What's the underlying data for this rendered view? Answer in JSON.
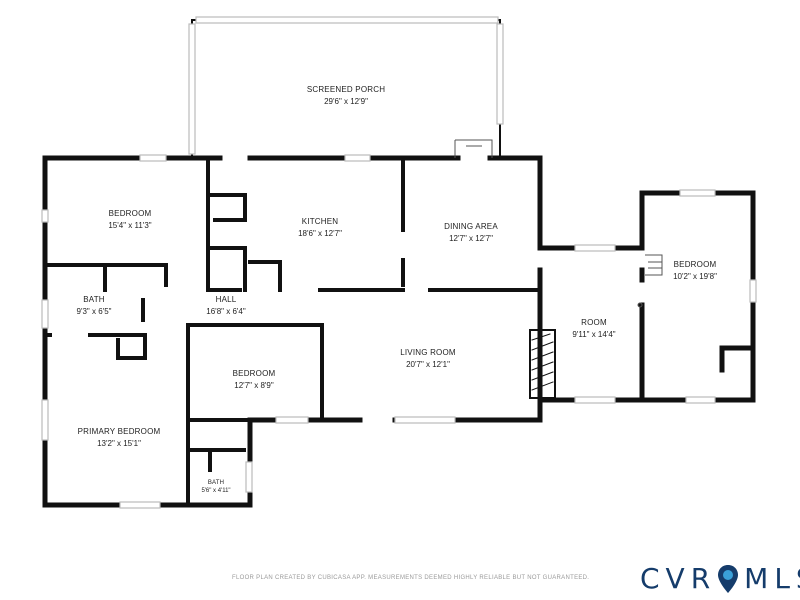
{
  "rooms": {
    "screened_porch": {
      "name": "SCREENED PORCH",
      "dim": "29'6\" x 12'9\""
    },
    "bedroom_1": {
      "name": "BEDROOM",
      "dim": "15'4\" x 11'3\""
    },
    "kitchen": {
      "name": "KITCHEN",
      "dim": "18'6\" x 12'7\""
    },
    "dining_area": {
      "name": "DINING AREA",
      "dim": "12'7\" x 12'7\""
    },
    "bedroom_east": {
      "name": "BEDROOM",
      "dim": "10'2\" x 19'8\""
    },
    "bath_1": {
      "name": "BATH",
      "dim": "9'3\" x 6'5\""
    },
    "hall": {
      "name": "HALL",
      "dim": "16'8\" x 6'4\""
    },
    "room": {
      "name": "ROOM",
      "dim": "9'11\" x 14'4\""
    },
    "living_room": {
      "name": "LIVING ROOM",
      "dim": "20'7\" x 12'1\""
    },
    "bedroom_2": {
      "name": "BEDROOM",
      "dim": "12'7\" x 8'9\""
    },
    "primary_bedroom": {
      "name": "PRIMARY BEDROOM",
      "dim": "13'2\" x 15'1\""
    },
    "bath_2": {
      "name": "BATH",
      "dim": "5'6\" x 4'11\""
    }
  },
  "footer": {
    "disclaimer": "FLOOR PLAN CREATED BY CUBICASA APP. MEASUREMENTS DEEMED HIGHLY RELIABLE BUT NOT GUARANTEED.",
    "brand_prefix": "CVR",
    "brand_suffix": "MLS"
  },
  "colors": {
    "wall": "#111111",
    "window": "#bbbbbb",
    "brand": "#153c6b",
    "brand_accent": "#3aa0d8"
  }
}
